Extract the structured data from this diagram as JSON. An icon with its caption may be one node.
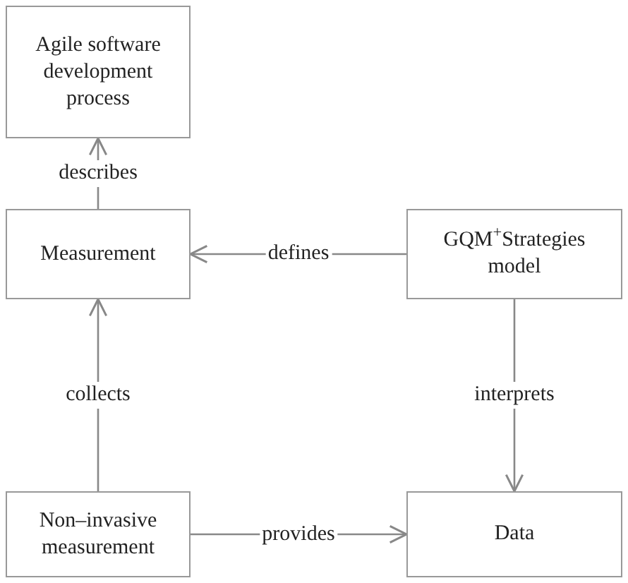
{
  "diagram": {
    "nodes": [
      {
        "text": [
          "Agile software development process"
        ]
      },
      {
        "text": [
          "Measurement"
        ]
      },
      {
        "text": [
          "GQM$^{+}$Strategies model"
        ]
      },
      {
        "text": [
          "Non–invasive measurement"
        ]
      },
      {
        "text": [
          "Data"
        ]
      }
    ],
    "edges": [
      {
        "from": 1,
        "to": 0,
        "arrow": "to",
        "label": "describes"
      },
      {
        "from": 2,
        "to": 1,
        "arrow": "to",
        "label": "defines"
      },
      {
        "from": 3,
        "to": 1,
        "arrow": "to",
        "label": "collects"
      },
      {
        "from": 2,
        "to": 4,
        "arrow": "to",
        "label": "interprets"
      },
      {
        "from": 3,
        "to": 4,
        "arrow": "to",
        "label": "provides"
      }
    ]
  }
}
